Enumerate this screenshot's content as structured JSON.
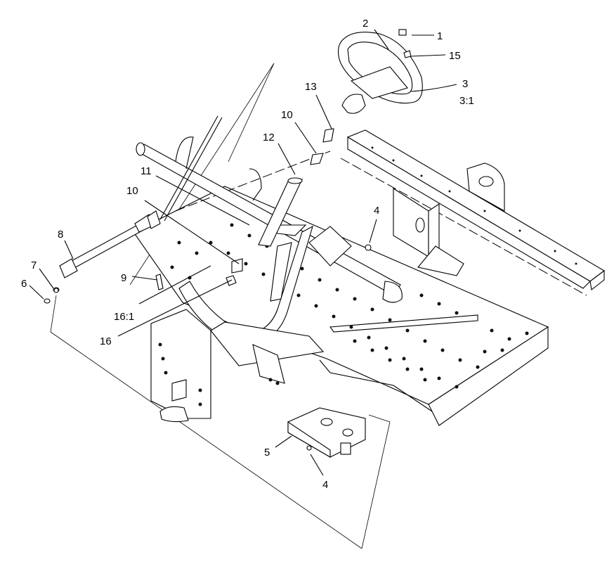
{
  "callouts": [
    {
      "id": "c1",
      "text": "1"
    },
    {
      "id": "c2",
      "text": "2"
    },
    {
      "id": "c15",
      "text": "15"
    },
    {
      "id": "c3",
      "text": "3"
    },
    {
      "id": "c3b",
      "text": "3:1"
    },
    {
      "id": "c13",
      "text": "13"
    },
    {
      "id": "c10a",
      "text": "10"
    },
    {
      "id": "c12",
      "text": "12"
    },
    {
      "id": "c11",
      "text": "11"
    },
    {
      "id": "c10b",
      "text": "10"
    },
    {
      "id": "c4a",
      "text": "4"
    },
    {
      "id": "c8",
      "text": "8"
    },
    {
      "id": "c7",
      "text": "7"
    },
    {
      "id": "c6",
      "text": "6"
    },
    {
      "id": "c9",
      "text": "9"
    },
    {
      "id": "c16b",
      "text": "16:1"
    },
    {
      "id": "c16",
      "text": "16"
    },
    {
      "id": "c5",
      "text": "5"
    },
    {
      "id": "c4b",
      "text": "4"
    }
  ],
  "colors": {
    "line": "#000000",
    "background": "#ffffff"
  }
}
